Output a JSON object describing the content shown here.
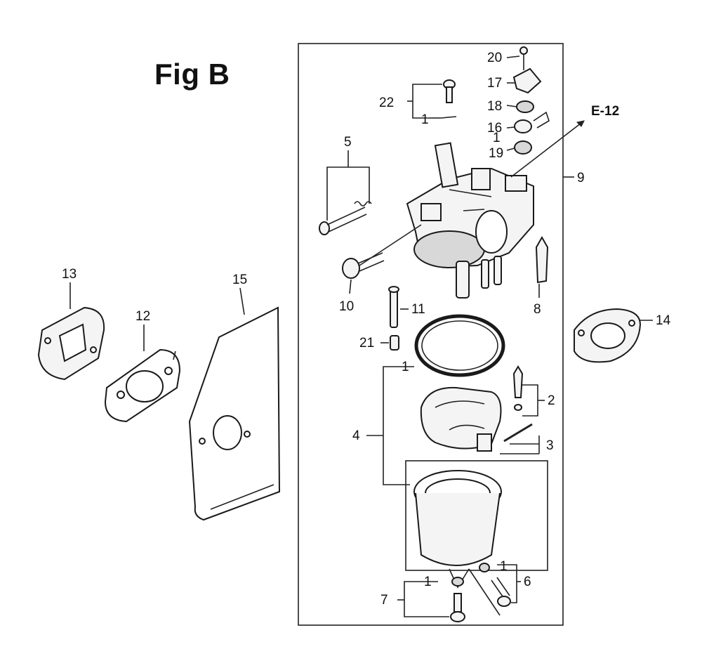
{
  "figure": {
    "title": "Fig B"
  },
  "ref_label": "E-12",
  "callouts": [
    {
      "id": "c20",
      "text": "20"
    },
    {
      "id": "c17",
      "text": "17"
    },
    {
      "id": "c18",
      "text": "18"
    },
    {
      "id": "c16",
      "text": "16"
    },
    {
      "id": "c1a",
      "text": "1"
    },
    {
      "id": "c19",
      "text": "19"
    },
    {
      "id": "c22",
      "text": "22"
    },
    {
      "id": "c1b",
      "text": "1"
    },
    {
      "id": "c5",
      "text": "5"
    },
    {
      "id": "c9",
      "text": "9"
    },
    {
      "id": "c10",
      "text": "10"
    },
    {
      "id": "c11",
      "text": "11"
    },
    {
      "id": "c8",
      "text": "8"
    },
    {
      "id": "c21",
      "text": "21"
    },
    {
      "id": "c13",
      "text": "13"
    },
    {
      "id": "c12",
      "text": "12"
    },
    {
      "id": "c15",
      "text": "15"
    },
    {
      "id": "c14",
      "text": "14"
    },
    {
      "id": "c1c",
      "text": "1"
    },
    {
      "id": "c2",
      "text": "2"
    },
    {
      "id": "c3",
      "text": "3"
    },
    {
      "id": "c4",
      "text": "4"
    },
    {
      "id": "c1d",
      "text": "1"
    },
    {
      "id": "c6",
      "text": "6"
    },
    {
      "id": "c1e",
      "text": "1"
    },
    {
      "id": "c7",
      "text": "7"
    }
  ]
}
